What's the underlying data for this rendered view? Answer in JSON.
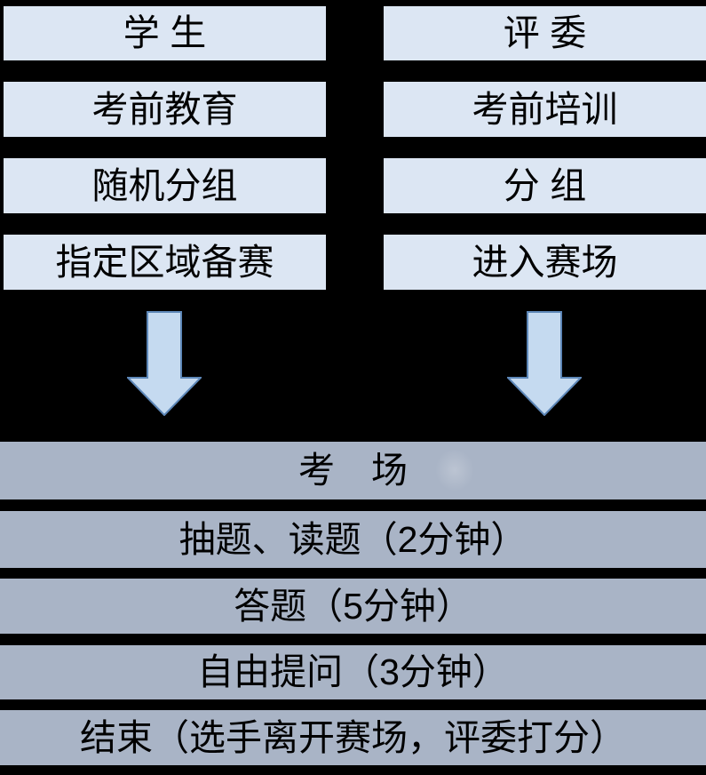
{
  "colors": {
    "background": "#000000",
    "top_box_fill": "#dce6f3",
    "bottom_box_fill": "#a9b4c6",
    "arrow_fill": "#c5daf0",
    "arrow_border": "#5d87b8",
    "text": "#000000"
  },
  "student_column": {
    "header": "学 生",
    "steps": [
      "考前教育",
      "随机分组",
      "指定区域备赛"
    ]
  },
  "judges_column": {
    "header": "评 委",
    "steps": [
      "考前培训",
      "分 组",
      "进入赛场"
    ]
  },
  "arrows": [
    {
      "name": "student-flow-down-arrow"
    },
    {
      "name": "judges-flow-down-arrow"
    }
  ],
  "exam_section": {
    "header": "考　场",
    "steps": [
      "抽题、读题（2分钟）",
      "答题（5分钟）",
      "自由提问（3分钟）",
      "结束（选手离开赛场，评委打分）"
    ]
  }
}
